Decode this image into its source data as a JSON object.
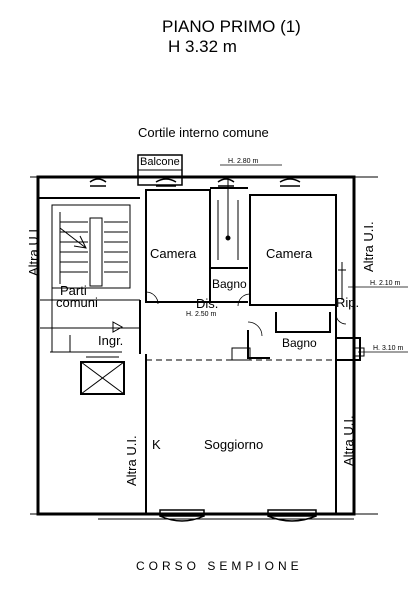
{
  "title": {
    "line1": "PIANO PRIMO (1)",
    "line2": "H 3.32 m"
  },
  "courtyard_label": "Cortile interno comune",
  "street_label": "CORSO SEMPIONE",
  "rooms": {
    "balcone": "Balcone",
    "camera_left": "Camera",
    "camera_right": "Camera",
    "bagno_upper": "Bagno",
    "bagno_lower": "Bagno",
    "dis": "Dis.",
    "rip": "Rip.",
    "ingr": "Ingr.",
    "parti": "Parti",
    "comuni": "comuni",
    "k": "K",
    "soggiorno": "Soggiorno"
  },
  "heights": {
    "h280": "H. 2.80 m",
    "h250": "H. 2.50 m",
    "h210": "H. 2.10 m",
    "h310": "H. 3.10 m"
  },
  "neighbours": {
    "left_upper": "Altra U.I.",
    "right_upper": "Altra U.I.",
    "left_lower": "Altra U.I.",
    "right_lower": "Altra U.I."
  }
}
